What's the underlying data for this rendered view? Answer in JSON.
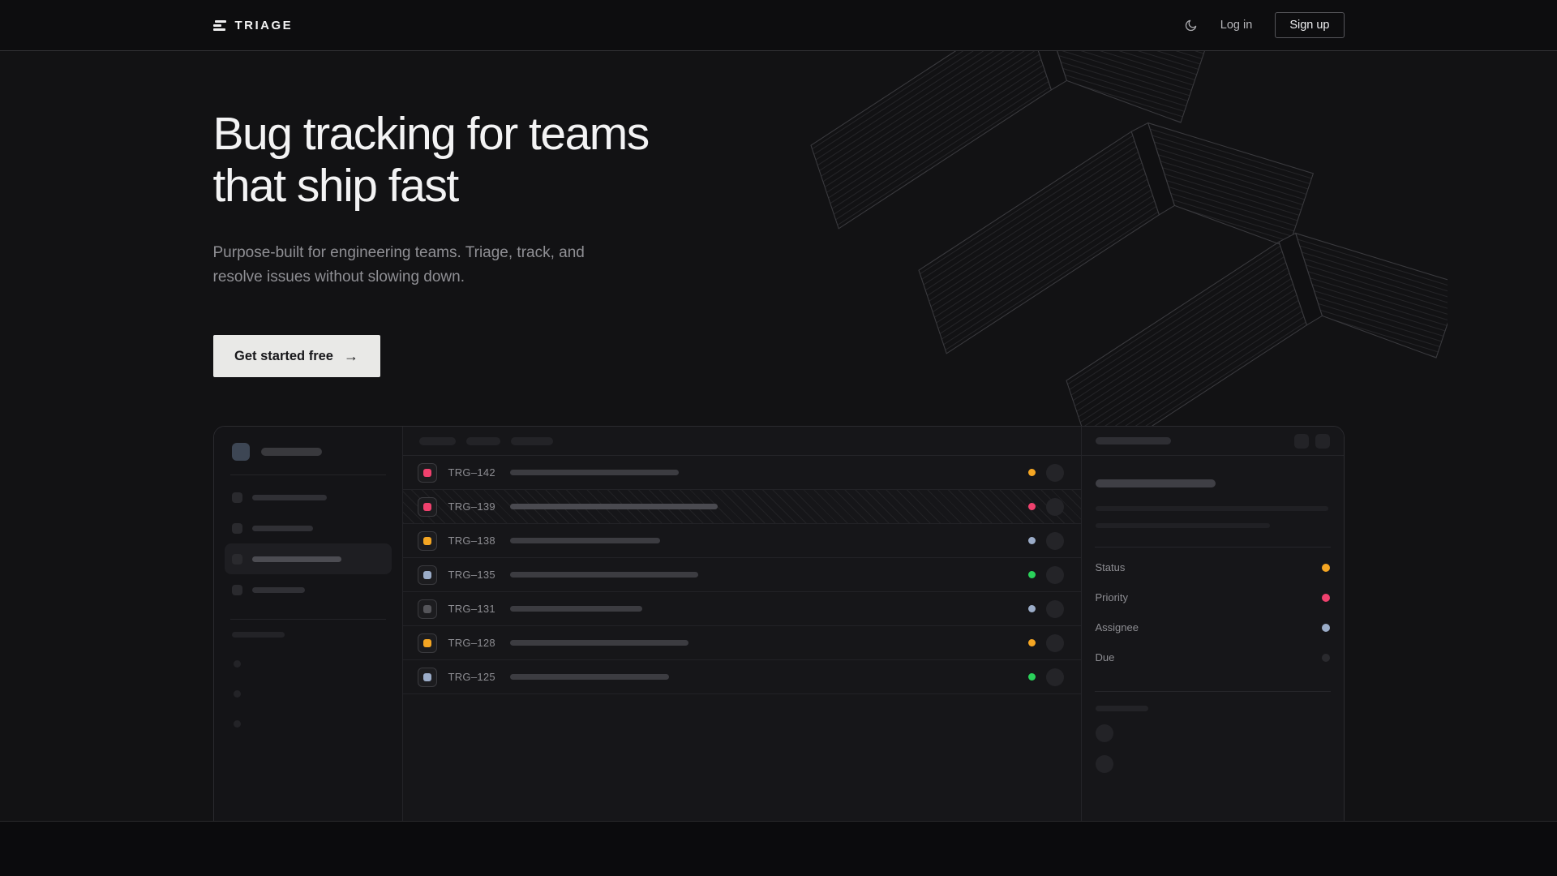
{
  "nav": {
    "brand": "TRIAGE",
    "login_label": "Log in",
    "signup_label": "Sign up"
  },
  "hero": {
    "heading_line1": "Bug tracking for teams",
    "heading_line2": "that ship fast",
    "subtext": "Purpose-built for engineering teams. Triage, track, and resolve issues without slowing down.",
    "cta_label": "Get started free",
    "cta_arrow": "→"
  },
  "mockup": {
    "issues": [
      {
        "id": "TRG–142",
        "priority_color": "#f0416e",
        "status_color": "#f5a623",
        "title_w": 208,
        "selected": false
      },
      {
        "id": "TRG–139",
        "priority_color": "#f0416e",
        "status_color": "#f0416e",
        "title_w": 256,
        "selected": true
      },
      {
        "id": "TRG–138",
        "priority_color": "#f5a623",
        "status_color": "#9bacc8",
        "title_w": 185,
        "selected": false
      },
      {
        "id": "TRG–135",
        "priority_color": "#9bacc8",
        "status_color": "#2ad15a",
        "title_w": 232,
        "selected": false
      },
      {
        "id": "TRG–131",
        "priority_color": "#55555a",
        "status_color": "#9bacc8",
        "title_w": 163,
        "selected": false
      },
      {
        "id": "TRG–128",
        "priority_color": "#f5a623",
        "status_color": "#f5a623",
        "title_w": 220,
        "selected": false
      },
      {
        "id": "TRG–125",
        "priority_color": "#9bacc8",
        "status_color": "#2ad15a",
        "title_w": 196,
        "selected": false
      }
    ],
    "panel_fields": [
      {
        "label": "Status",
        "dot_color": "#f5a623"
      },
      {
        "label": "Priority",
        "dot_color": "#f0416e"
      },
      {
        "label": "Assignee",
        "dot_color": "#9bacc8"
      },
      {
        "label": "Due",
        "dot_color": "#2a2a2e"
      }
    ]
  },
  "colors": {
    "accent_amber": "#f5a623",
    "accent_pink": "#f0416e",
    "accent_blue": "#9bacc8",
    "accent_green": "#2ad15a",
    "cta_background": "#e9e9e7"
  }
}
